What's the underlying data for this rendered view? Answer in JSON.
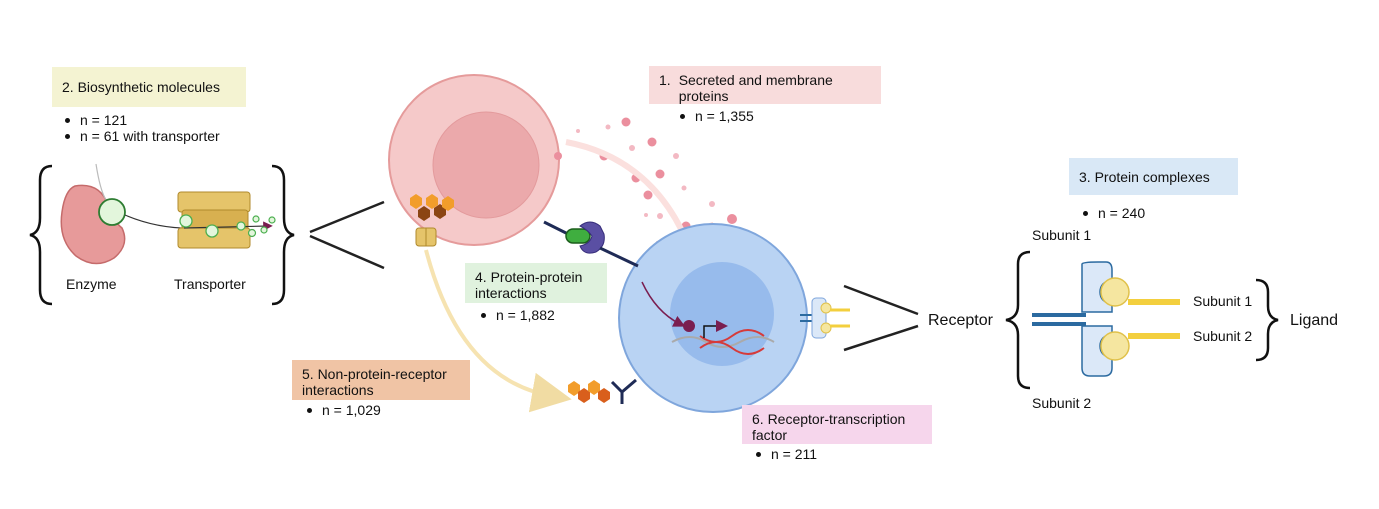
{
  "categories": {
    "secreted": {
      "title_num": "1.",
      "title": "Secreted and membrane proteins",
      "bullets": [
        "n = 1,355"
      ],
      "color": "#f8dcdc"
    },
    "biosynthetic": {
      "title": "2. Biosynthetic molecules",
      "bullets": [
        "n = 121",
        "n = 61 with transporter"
      ],
      "color": "#f4f3d2"
    },
    "complexes": {
      "title": "3. Protein complexes",
      "bullets": [
        "n = 240"
      ],
      "color": "#d9e8f6"
    },
    "ppi": {
      "title": "4. Protein-protein interactions",
      "bullets": [
        "n = 1,882"
      ],
      "color": "#e0f2de"
    },
    "nonprotein": {
      "title": "5. Non-protein-receptor interactions",
      "bullets": [
        "n = 1,029"
      ],
      "color": "#f0c4a5"
    },
    "tf": {
      "title": "6. Receptor-transcription factor",
      "bullets": [
        "n = 211"
      ],
      "color": "#f6d6ec"
    }
  },
  "labels": {
    "enzyme": "Enzyme",
    "transporter": "Transporter",
    "receptor": "Receptor",
    "ligand": "Ligand",
    "subunit1_top": "Subunit 1",
    "subunit2_bottom": "Subunit 2",
    "subunit1_right": "Subunit 1",
    "subunit2_right": "Subunit 2"
  },
  "colors": {
    "sender_cell": "#f5c9c9",
    "sender_nucleus": "#eba9ab",
    "receiver_cell": "#b9d3f3",
    "receiver_nucleus": "#97bbec",
    "ligand_yellow": "#f3cf3e",
    "receptor_blue": "#2b6aa0",
    "enzyme": "#e79a9a",
    "transporter": "#e5c46a",
    "dna_red": "#d63a3a",
    "hex_orange": "#f29d2b",
    "hex_brown": "#8b4513",
    "secreted_dot": "#eb8f9e"
  },
  "icons": [
    "enzyme-icon",
    "transporter-icon",
    "sender-cell-icon",
    "receiver-cell-icon",
    "receptor-complex-icon",
    "dna-icon",
    "ligand-receptor-icon"
  ]
}
